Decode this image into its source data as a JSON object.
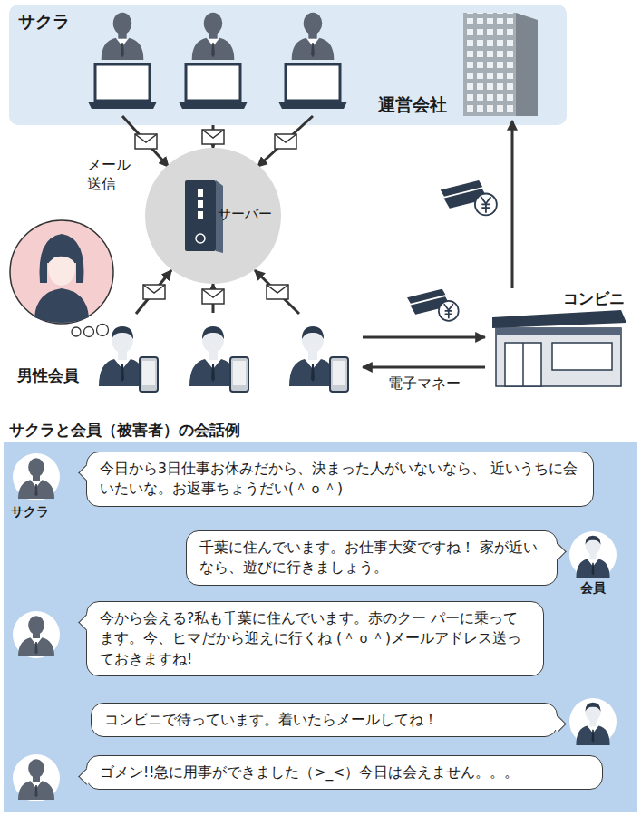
{
  "diagram": {
    "nodes": [
      {
        "text": [
          "サクラ"
        ]
      },
      {
        "text": [
          "運営会社"
        ]
      },
      {
        "text": [
          "サーバー"
        ]
      },
      {
        "text": [
          "男性会員"
        ]
      },
      {
        "text": [
          "コンビニ"
        ]
      },
      {
        "text": [
          "サクラと会員（被害者）の会話例"
        ]
      },
      {
        "text": [
          "今日から3日仕事お休みだから、決まった人がいないなら、 近いうちに会いたいな。お返事ちょうだい(＾ｏ＾)"
        ],
        "in": 5
      },
      {
        "text": [
          "千葉に住んでいます。お仕事大変ですね！ 家が近いなら、遊びに行きましょう。"
        ],
        "in": 5
      },
      {
        "text": [
          "今から会える?私も千葉に住んでいます。赤のクー パーに乗ってます。今、ヒマだから迎えに行くね (＾ｏ＾)メールアドレス送っておきますね!"
        ],
        "in": 5
      },
      {
        "text": [
          "コンビニで待っています。着いたらメールしてね！"
        ],
        "in": 5
      },
      {
        "text": [
          "ゴメン!!急に用事ができました（>_<）今日は会えません。。。"
        ],
        "in": 5
      }
    ],
    "edges": [
      {
        "from": 0,
        "to": 2,
        "arrow": "to",
        "label": "メール 送信"
      },
      {
        "from": 3,
        "to": 2,
        "arrow": "to"
      },
      {
        "from": 3,
        "to": 4,
        "arrow": "to"
      },
      {
        "from": 4,
        "to": 3,
        "arrow": "to",
        "label": "電子マネー"
      },
      {
        "from": 4,
        "to": 1,
        "arrow": "to"
      }
    ],
    "labels": [
      "サクラ",
      "会員"
    ]
  }
}
